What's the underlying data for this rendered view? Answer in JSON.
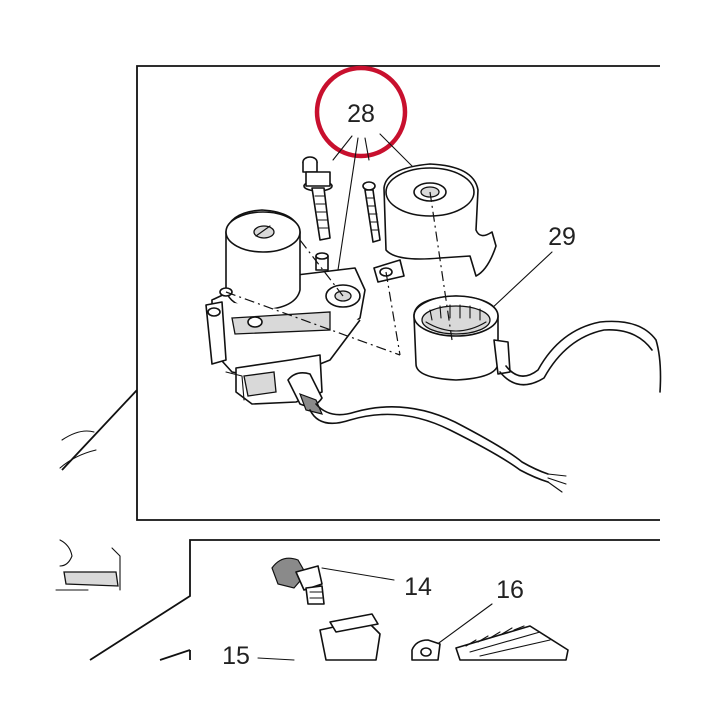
{
  "diagram": {
    "top_panel": {
      "callouts": [
        {
          "id": "28",
          "label": "28",
          "highlighted": true
        },
        {
          "id": "29",
          "label": "29",
          "highlighted": false
        }
      ],
      "highlight_color": "#c8102e"
    },
    "bottom_panel": {
      "callouts": [
        {
          "id": "14",
          "label": "14"
        },
        {
          "id": "16",
          "label": "16"
        },
        {
          "id": "15",
          "label": "15"
        }
      ]
    }
  }
}
